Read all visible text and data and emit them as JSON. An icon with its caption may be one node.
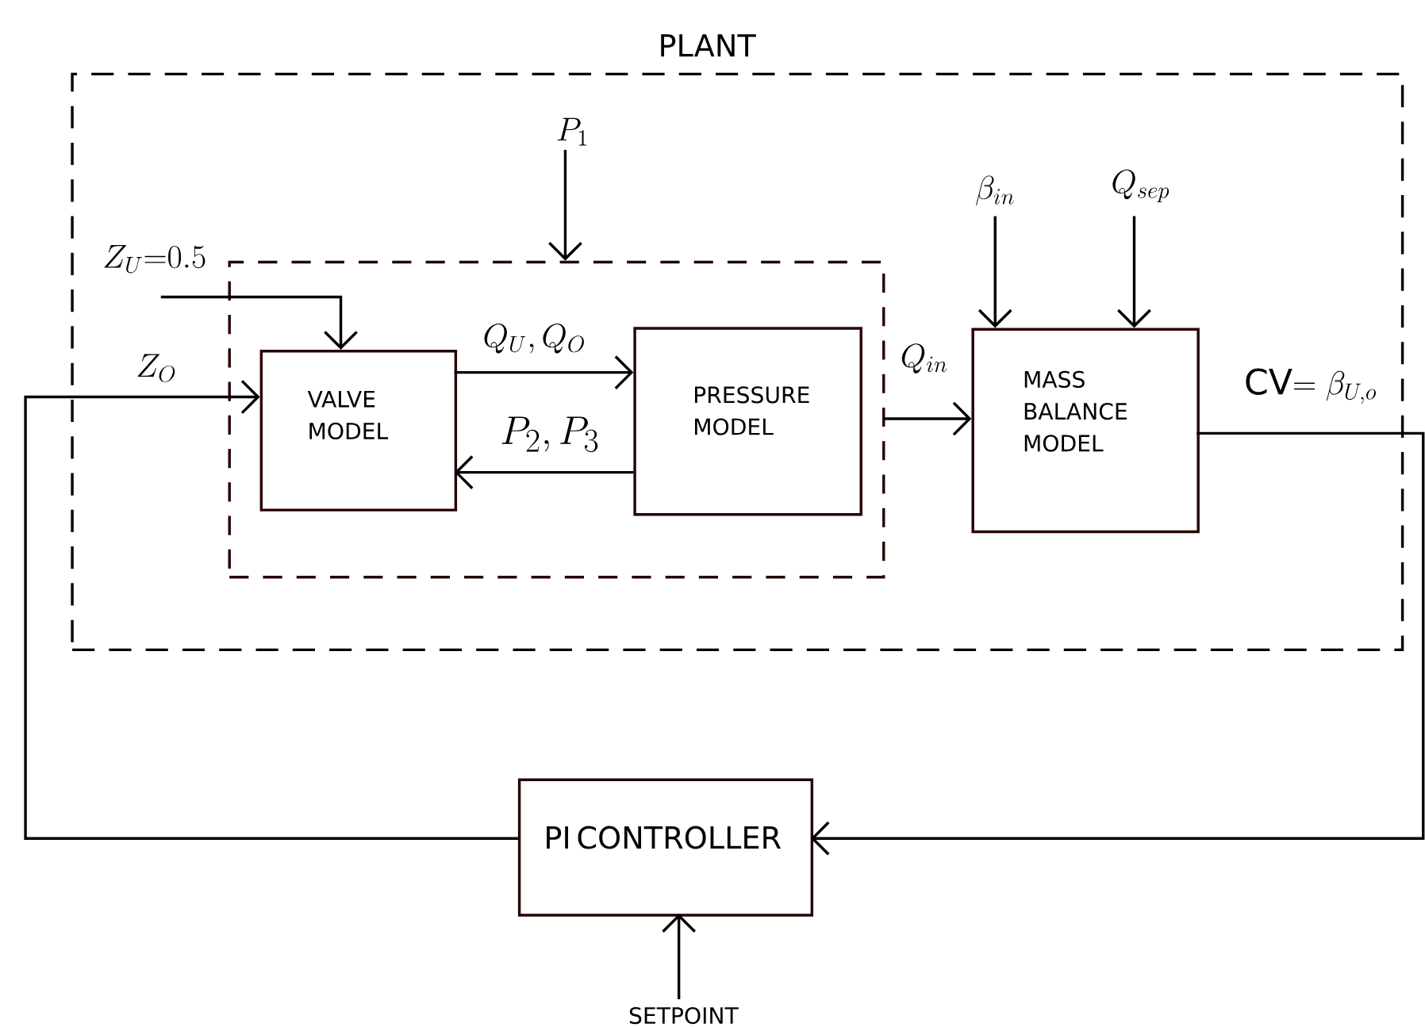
{
  "diagram": {
    "nodes": [
      {
        "text": [
          "PLANT"
        ]
      },
      {
        "text": [],
        "shape": "box",
        "in": 0
      },
      {
        "text": [
          "VALVE MODEL"
        ],
        "in": 1
      },
      {
        "text": [
          "PRESSURE MODEL"
        ],
        "in": 1
      },
      {
        "text": [
          "MASS BALANCE MODEL"
        ],
        "in": 0
      },
      {
        "text": [
          "PI CONTROLLER"
        ]
      }
    ],
    "edges": [
      {
        "from": null,
        "to": 1,
        "arrow": "to",
        "label": "P_1"
      },
      {
        "from": null,
        "to": 2,
        "arrow": "to",
        "label": "Z_U{=}0.5"
      },
      {
        "from": 5,
        "to": 2,
        "arrow": "to",
        "label": "Z_O"
      },
      {
        "from": 2,
        "to": 3,
        "arrow": "to",
        "label": "Q_U, Q_O"
      },
      {
        "from": 3,
        "to": 2,
        "arrow": "to",
        "label": "P_2, P_3"
      },
      {
        "from": 1,
        "to": 4,
        "arrow": "to",
        "label": "Q_{in}"
      },
      {
        "from": null,
        "to": 4,
        "arrow": "to",
        "label": "\\beta_{in}"
      },
      {
        "from": null,
        "to": 4,
        "arrow": "to",
        "label": "Q_{sep}"
      },
      {
        "from": 4,
        "to": 5,
        "arrow": "to",
        "label": "\\mathrm{CV{=}}\\;\\beta_{U,o}"
      },
      {
        "from": null,
        "to": 5,
        "arrow": "to",
        "label": "SETPOINT"
      }
    ]
  }
}
